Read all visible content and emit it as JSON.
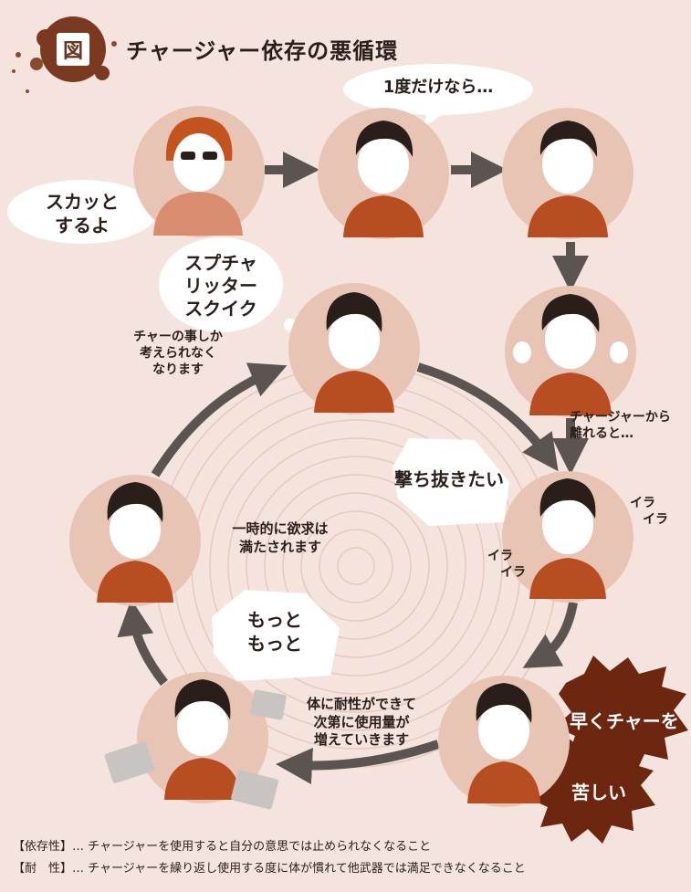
{
  "title": "チャージャー依存の悪循環",
  "figure_label": "図",
  "bubbles": {
    "sukatto": "スカッと\nするよ",
    "ichido": "1度だけなら…",
    "spu": "スプチャ\nリッター\nスクイク",
    "uchinuki": "撃ち抜きたい",
    "motto": "もっと\nもっと"
  },
  "captions": {
    "only_char": "チャーの事しか\n考えられなく\nなります",
    "hanareru": "チャージャーから\n離れると…",
    "ichiji": "一時的に欲求は\n満たされます",
    "taisei": "体に耐性ができて\n次第に使用量が\n増えていきます",
    "ira1": "イラ\n　イラ",
    "ira2": "イラ\n　イラ"
  },
  "bursts": {
    "hayaku": "早くチャーを",
    "kurushii": "苦しい"
  },
  "notes": {
    "dependence": "【依存性】… チャージャーを使用すると自分の意思では止められなくなること",
    "tolerance": "【耐　性】… チャージャーを繰り返し使用する度に体が慣れて他武器では満足できなくなること"
  },
  "colors": {
    "background": "#f4e4dd",
    "circle": "#e7c4b4",
    "shirt": "#b94d22",
    "arrow": "#5c5450",
    "burst": "#6d2610"
  }
}
